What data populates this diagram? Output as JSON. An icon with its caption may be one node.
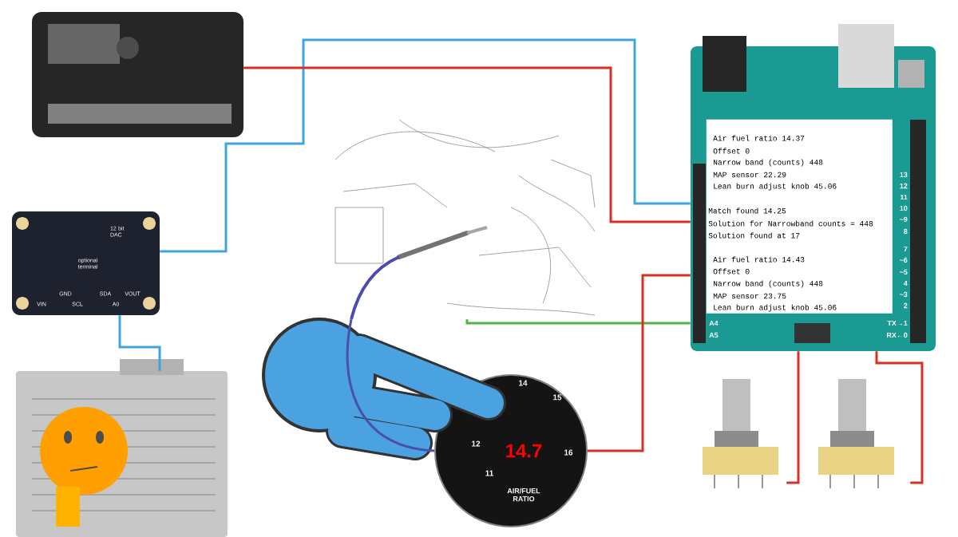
{
  "diagram": {
    "nodes": [
      {
        "text": [],
        "shape": "picture"
      },
      {
        "text": [
          "12 bit DAC",
          "optional terminal",
          "GND",
          "SDA",
          "VOUT",
          "VIN",
          "SCL",
          "A0"
        ]
      },
      {
        "text": [],
        "shape": "picture"
      },
      {
        "text": [],
        "shape": "picture"
      },
      {
        "text": [
          "14",
          "15",
          "12",
          "16",
          "11",
          "14.7",
          "AIR/FUEL RATIO"
        ]
      },
      {
        "text": [],
        "shape": "picture"
      },
      {
        "text": [
          "Air fuel ratio  14.37",
          "Offset  0",
          "Narrow band (counts)  448",
          "MAP sensor 22.29",
          "Lean burn adjust knob 45.06",
          "Match found 14.25",
          "Solution for Narrowband counts = 448",
          "Solution found at 17",
          "Air fuel ratio  14.43",
          "Offset  0",
          "Narrow band (counts)  448",
          "MAP sensor 23.75",
          "Lean burn adjust knob 45.06"
        ],
        "in": 5
      },
      {
        "text": [],
        "shape": "picture"
      },
      {
        "text": [],
        "shape": "picture"
      }
    ],
    "edges": [
      {
        "from": 1,
        "to": 5,
        "arrow": "none",
        "color": "#3ea6dc"
      },
      {
        "from": 0,
        "to": 5,
        "arrow": "none"
      },
      {
        "from": 1,
        "to": 2,
        "arrow": "none",
        "color": "#3ea6dc"
      },
      {
        "from": 3,
        "to": 5,
        "arrow": "none",
        "color": "#4cb748"
      },
      {
        "from": 3,
        "to": 4,
        "arrow": "none",
        "color": "#4b4fa8"
      },
      {
        "from": 4,
        "to": 5,
        "arrow": "none"
      },
      {
        "from": 5,
        "to": 7,
        "arrow": "none"
      },
      {
        "from": 5,
        "to": 8,
        "arrow": "none"
      }
    ],
    "labels": [
      "13",
      "12",
      "11",
      "10",
      "~9",
      "8",
      "7",
      "~6",
      "~5",
      "4",
      "~3",
      "2",
      "TX→1",
      "RX←0",
      "A4",
      "A5"
    ]
  }
}
